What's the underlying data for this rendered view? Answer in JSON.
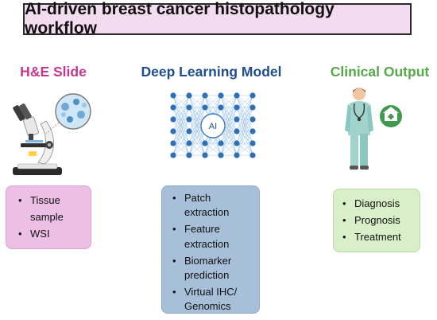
{
  "title": "AI-driven breast cancer histopathology workflow",
  "colors": {
    "he_title": "#c6388f",
    "dl_title": "#1f4e8c",
    "co_title": "#56a84a",
    "title_bg": "#f3dcef",
    "he_box": "#ebbfe6",
    "dl_box": "#a7bfd8",
    "co_box": "#d8efc9"
  },
  "columns": {
    "he": {
      "heading": "H&E Slide",
      "icon": "microscope-icon",
      "items": [
        "Tissue sample",
        "WSI"
      ]
    },
    "dl": {
      "heading": "Deep Learning Model",
      "icon": "neural-network-icon",
      "node_label": "AI",
      "items": [
        "Patch extraction",
        "Feature extraction",
        "Biomarker prediction",
        "Virtual IHC/ Genomics"
      ]
    },
    "co": {
      "heading": "Clinical Output",
      "icon": "doctor-icon",
      "items": [
        "Diagnosis",
        "Prognosis",
        "Treatment"
      ]
    }
  }
}
